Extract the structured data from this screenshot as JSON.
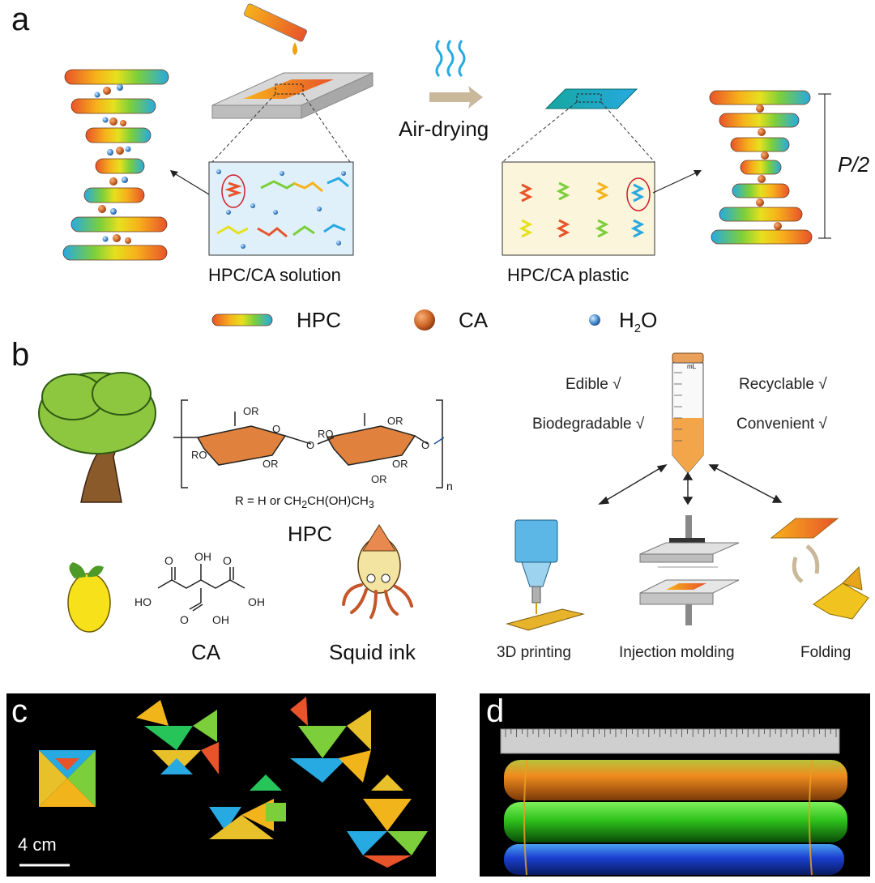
{
  "panels": {
    "a": {
      "letter": "a",
      "arrow_label": "Air-drying",
      "solution_label": "HPC/CA solution",
      "plastic_label": "HPC/CA plastic",
      "pitch_label": "P/2",
      "legend": {
        "hpc": "HPC",
        "ca": "CA",
        "water": "H2O"
      }
    },
    "b": {
      "letter": "b",
      "repeat_sub": "n",
      "r_definition": "R = H or CH2CH(OH)CH3",
      "polymer_name": "HPC",
      "ca_name": "CA",
      "squid_label": "Squid ink",
      "properties": [
        "Edible √",
        "Recyclable √",
        "Biodegradable √",
        "Convenient √"
      ],
      "methods": [
        "3D printing",
        "Injection molding",
        "Folding"
      ],
      "tube_unit": "mL"
    },
    "c": {
      "letter": "c",
      "scale_label": "4 cm"
    },
    "d": {
      "letter": "d"
    }
  },
  "colors": {
    "hpc_gradient": [
      "#e8532a",
      "#f7b21b",
      "#e6e01e",
      "#7ccf3b",
      "#27a9e1"
    ],
    "ca_sphere": "#d2692a",
    "water_sphere": "#4a8fd0",
    "tree_green": "#8dc63f",
    "glucose_orange": "#e0823d"
  }
}
